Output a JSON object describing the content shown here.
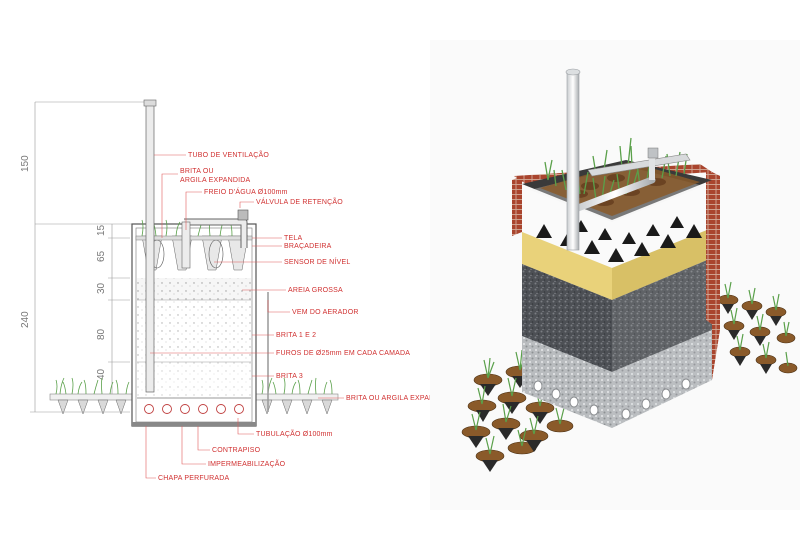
{
  "section": {
    "dimensions": {
      "top": "150",
      "total": "240",
      "layer1": "15",
      "layer2": "65",
      "layer3": "30",
      "layer4": "80",
      "layer5": "40"
    },
    "labels": {
      "vent_tube": "TUBO DE VENTILAÇÃO",
      "gravel_clay_top_line1": "BRITA OU",
      "gravel_clay_top_line2": "ARGILA EXPANDIDA",
      "water_brake": "FREIO D'ÁGUA Ø100mm",
      "check_valve": "VÁLVULA DE RETENÇÃO",
      "mesh": "TELA",
      "clamp": "BRAÇADEIRA",
      "level_sensor": "SENSOR DE NÍVEL",
      "coarse_sand": "AREIA GROSSA",
      "from_aerator": "VEM DO AERADOR",
      "gravel_1_2": "BRITA 1 E 2",
      "holes": "FUROS DE Ø25mm EM CADA CAMADA",
      "gravel_3": "BRITA 3",
      "gravel_clay_side": "BRITA OU ARGILA EXPANDIDA",
      "pipe": "TUBULAÇÃO Ø100mm",
      "subfloor": "CONTRAPISO",
      "waterproofing": "IMPERMEABILIZAÇÃO",
      "perforated_plate": "CHAPA PERFURADA"
    }
  },
  "colors": {
    "label_red": "#d03030",
    "plant_green": "#5aa04a",
    "sand": "#e8d27a",
    "gravel_dark": "#55585c",
    "brick": "#9a3b28"
  }
}
